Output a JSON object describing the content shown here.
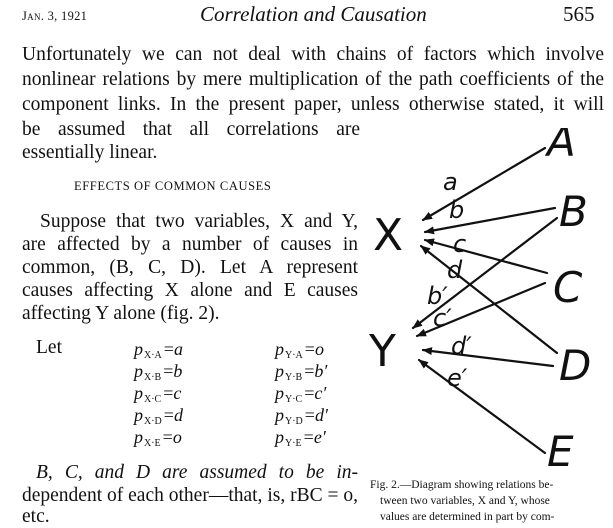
{
  "header": {
    "date": "Jan. 3, 1921",
    "title": "Correlation and Causation",
    "page_number": "565"
  },
  "paragraph1": [
    "Unfortunately we can not deal with chains of factors which involve",
    "nonlinear relations by mere multiplication of the path coefficients of the",
    "component links.  In the present paper, unless otherwise stated, it will",
    "be assumed that all correlations are",
    "essentially linear."
  ],
  "section_heading": "EFFECTS OF COMMON CAUSES",
  "paragraph2": [
    "Suppose that two variables, X and Y,",
    "are affected by a number of causes in",
    "common, (B, C, D).  Let A represent",
    "causes affecting X alone and E causes",
    "affecting Y alone (fig. 2)."
  ],
  "let_label": "Let",
  "path_coefficients": {
    "x": [
      {
        "p": "p",
        "sub": "X·A",
        "eq": "=",
        "val": "a"
      },
      {
        "p": "p",
        "sub": "X·B",
        "eq": "=",
        "val": "b"
      },
      {
        "p": "p",
        "sub": "X·C",
        "eq": "=",
        "val": "c"
      },
      {
        "p": "p",
        "sub": "X·D",
        "eq": "=",
        "val": "d"
      },
      {
        "p": "p",
        "sub": "X·E",
        "eq": "=",
        "val": "o"
      }
    ],
    "y": [
      {
        "p": "p",
        "sub": "Y·A",
        "eq": "=",
        "val": "o"
      },
      {
        "p": "p",
        "sub": "Y·B",
        "eq": "=",
        "val": "b′"
      },
      {
        "p": "p",
        "sub": "Y·C",
        "eq": "=",
        "val": "c′"
      },
      {
        "p": "p",
        "sub": "Y·D",
        "eq": "=",
        "val": "d′"
      },
      {
        "p": "p",
        "sub": "Y·E",
        "eq": "=",
        "val": "e′"
      }
    ]
  },
  "paragraph3": [
    "B, C, and D are assumed to be in-",
    "dependent of each other—that, is, rBC = o,",
    "etc."
  ],
  "diagram": {
    "nodes": {
      "X": "X",
      "Y": "Y",
      "A": "A",
      "B": "B",
      "C": "C",
      "D": "D",
      "E": "E"
    },
    "path_labels": {
      "a": "a",
      "b": "b",
      "c": "c",
      "d": "d",
      "b2": "b′",
      "c2": "c′",
      "d2": "d′",
      "e2": "e′"
    }
  },
  "caption": [
    "Fig. 2.—Diagram showing relations be-",
    "tween two variables, X and Y, whose",
    "values are determined in part by com-"
  ]
}
